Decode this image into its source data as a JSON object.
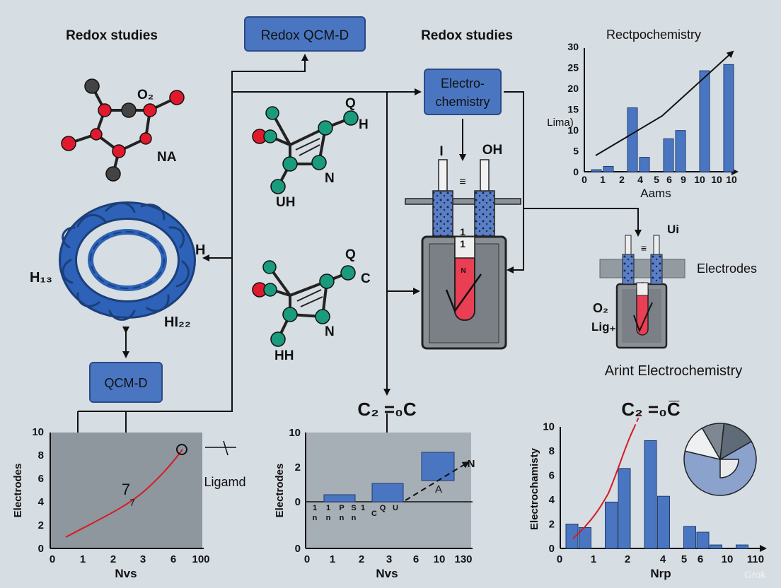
{
  "colors": {
    "background": "#d6dde3",
    "box_blue": "#4a76c1",
    "bar_blue": "#4a76c1",
    "atom_red": "#e01a2c",
    "atom_green": "#1a9b7d",
    "atom_gray": "#4a4a4a",
    "protein_blue": "#2d62b8",
    "electrode_red": "#ea3e55",
    "chart_red": "#d41c23"
  },
  "labels": {
    "left_heading": "Redox studies",
    "center_box": "Redox QCM-D",
    "mid_heading": "Redox studies",
    "electro_box_line1": "Electro-",
    "electro_box_line2": "chemistry",
    "qcmd_box": "QCM-D",
    "mol1_o2": "O₂",
    "mol1_na": "NA",
    "protein_h13": "H₁₃",
    "protein_h": "H",
    "protein_hi22": "HI₂₂",
    "mol2_q": "Q",
    "mol2_h": "H",
    "mol2_n": "N",
    "mol2_uh": "UH",
    "mol3_q": "Q",
    "mol3_c": "C",
    "mol3_n": "N",
    "mol3_hh": "HH",
    "cell_i": "I",
    "cell_oh": "OH",
    "cell_eq": "≡",
    "cell_11a": "1",
    "cell_11b": "1",
    "cell_n": "N",
    "small_cell_ui": "Ui",
    "small_cell_eq": "≡",
    "electrodes": "Electrodes",
    "o2": "O₂",
    "lig": "Lig₊",
    "arint": "Arint Electrochemistry",
    "formula_mid": "C₂ =₀C",
    "formula_right": "C₂ =₀C̅",
    "ligand": "Ligamd",
    "watermark": "Grok"
  },
  "chart_data": [
    {
      "type": "bar",
      "title": "Rectpochemistry",
      "xlabel": "Aams",
      "ylabel": "Lima)",
      "x_ticks": [
        "0",
        "1",
        "2",
        "4",
        "5",
        "6",
        "9",
        "10",
        "10",
        "10"
      ],
      "y_ticks": [
        "0",
        "5",
        "10",
        "15",
        "20",
        "25",
        "30"
      ],
      "ylim": [
        0,
        30
      ],
      "values": [
        0.5,
        1.3,
        0,
        15.5,
        3.5,
        0,
        8,
        10,
        0,
        24.5,
        0,
        26
      ],
      "trend_line": true
    },
    {
      "type": "line",
      "xlabel": "Nvs",
      "ylabel": "Electrodes",
      "x_ticks": [
        "0",
        "1",
        "2",
        "3",
        "6",
        "100"
      ],
      "y_ticks": [
        "0",
        "2",
        "4",
        "6",
        "8",
        "10"
      ],
      "ylim": [
        0,
        10
      ],
      "series": [
        {
          "x": [
            0.4,
            6.3
          ],
          "y": [
            0.8,
            8.5
          ]
        }
      ],
      "annotations": [
        "7",
        "7"
      ]
    },
    {
      "type": "bar",
      "xlabel": "Nvs",
      "ylabel": "Electrodes",
      "x_ticks": [
        "0",
        "1",
        "2",
        "3",
        "6",
        "10",
        "130"
      ],
      "y_ticks": [
        "0",
        "0",
        "2",
        "10"
      ],
      "bars": [
        {
          "label": "",
          "value": 0.3
        },
        {
          "label": "",
          "value": 0.9
        },
        {
          "label": "",
          "value": 2.4
        }
      ],
      "inline_labels": [
        "1",
        "1",
        "P",
        "S",
        "1",
        "C",
        "Q",
        "U",
        "n",
        "n",
        "n",
        "n"
      ],
      "annotations": [
        "A",
        "N"
      ]
    },
    {
      "type": "bar",
      "xlabel": "Nrp",
      "ylabel": "Electrochamisty",
      "x_ticks": [
        "0",
        "1",
        "2",
        "4",
        "5",
        "6",
        "10",
        "110"
      ],
      "y_ticks": [
        "0",
        "2",
        "4",
        "6",
        "8",
        "10"
      ],
      "ylim": [
        0,
        10
      ],
      "values": [
        2.1,
        1.8,
        0,
        4,
        6.9,
        0,
        9.3,
        4.5,
        0,
        1.9,
        1.4,
        0.3,
        0,
        0.3
      ],
      "trend_line": true,
      "pie": [
        0.62,
        0.13,
        0.1,
        0.15
      ]
    }
  ]
}
